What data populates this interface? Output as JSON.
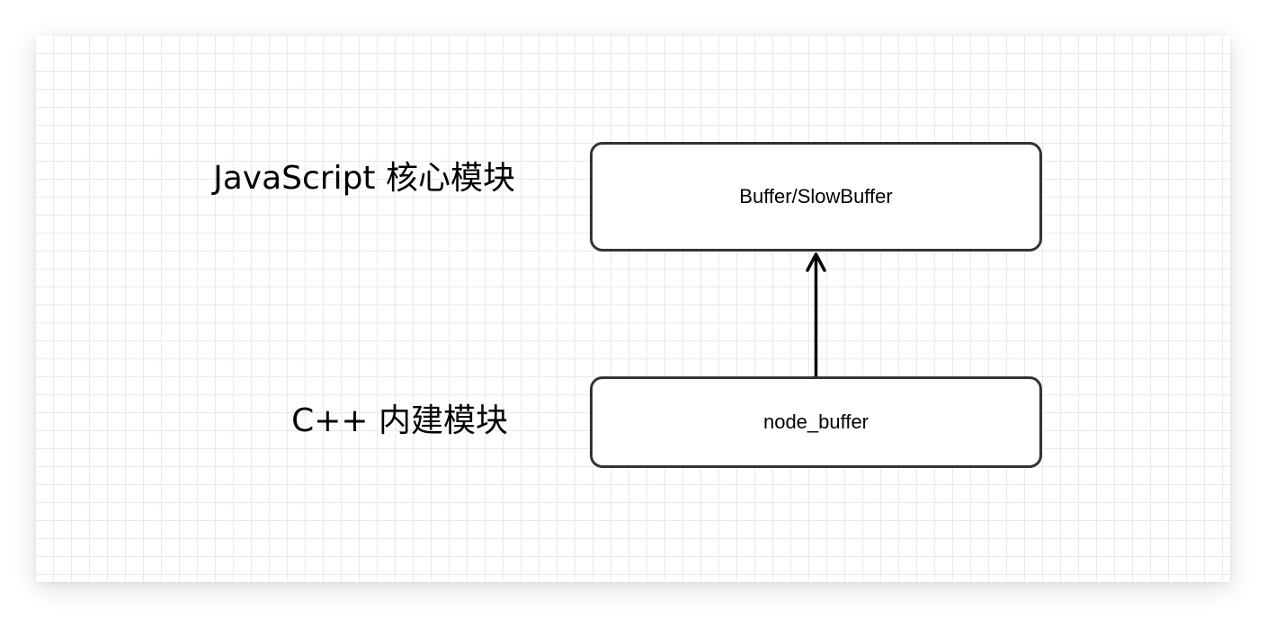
{
  "layers": {
    "javascript": "JavaScript 核心模块",
    "cpp": "C++ 内建模块"
  },
  "nodes": {
    "top": "Buffer/SlowBuffer",
    "bottom": "node_buffer"
  },
  "colors": {
    "grid": "#e9e9f3",
    "border": "#333333",
    "arrow": "#000000"
  }
}
